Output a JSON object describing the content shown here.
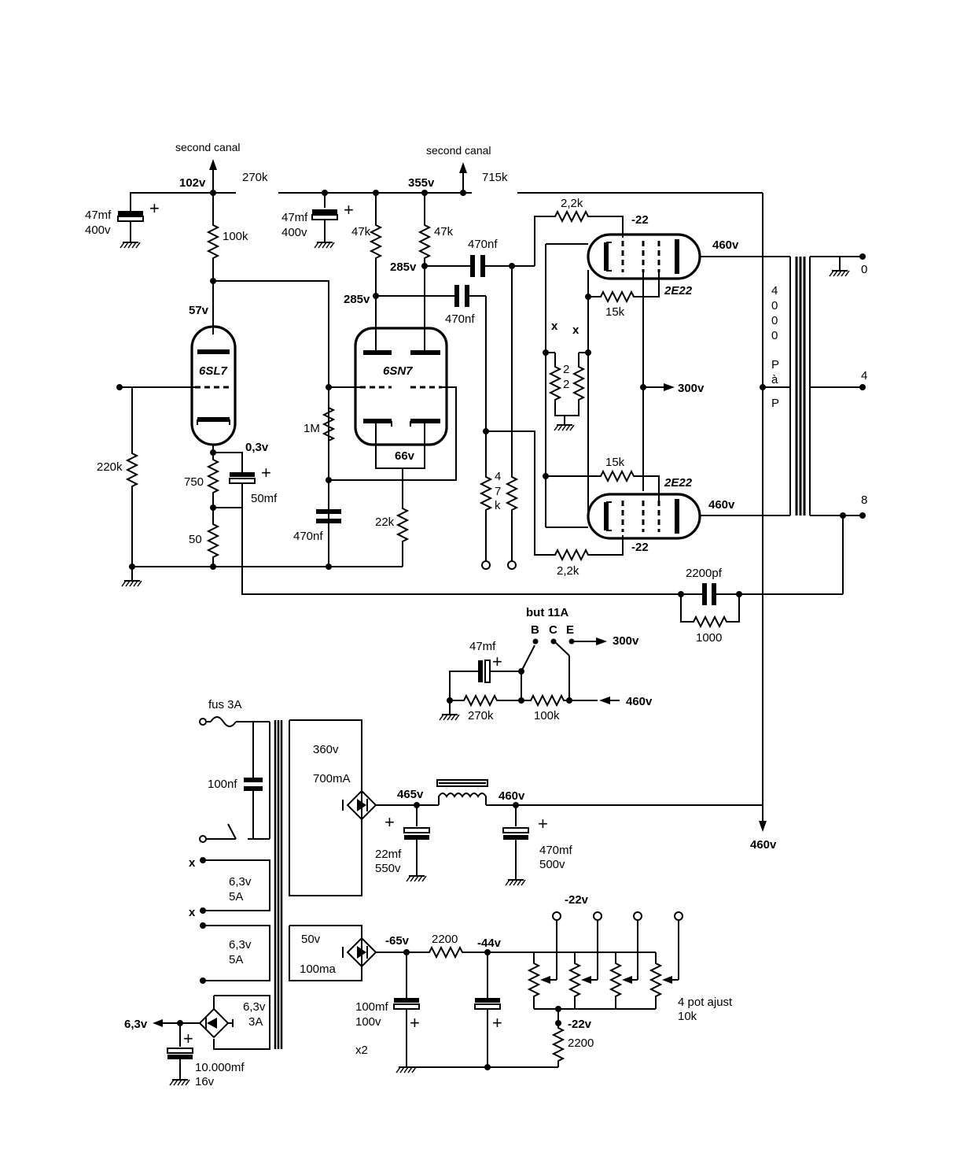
{
  "labels": {
    "second_canal_1": "second canal",
    "second_canal_2": "second canal",
    "v102": "102v",
    "r270k_top": "270k",
    "v355": "355v",
    "r715k": "715k",
    "c47mf_1": "47mf",
    "c400v_1": "400v",
    "c47mf_2": "47mf",
    "c400v_2": "400v",
    "r100k": "100k",
    "r47k_1": "47k",
    "r47k_2": "47k",
    "r2_2k_top": "2,2k",
    "neg22_top": "-22",
    "c470nf_1": "470nf",
    "v285_1": "285v",
    "v285_2": "285v",
    "c470nf_2": "470nf",
    "v460_top": "460v",
    "out0": "0",
    "tube_2e22_top": "2E22",
    "r15k_top": "15k",
    "v57": "57v",
    "tube_6sl7": "6SL7",
    "tube_6sn7": "6SN7",
    "x1": "x",
    "x2": "x",
    "n22a": "2",
    "n22b": "2",
    "ratio_4": "4",
    "ratio_0a": "0",
    "ratio_0b": "0",
    "ratio_0c": "0",
    "ratio_P1": "P",
    "ratio_a": "à",
    "ratio_P2": "P",
    "v300": "300v",
    "out4": "4",
    "r220k": "220k",
    "r1M": "1M",
    "v0_3": "0,3v",
    "c50mf": "50mf",
    "v66": "66v",
    "r750": "750",
    "r15k_bot": "15k",
    "tube_2e22_bot": "2E22",
    "out8": "8",
    "r47k_v1": "4",
    "r47k_v2": "7",
    "r47k_v3": "k",
    "v460_mid": "460v",
    "c470nf_3": "470nf",
    "r22k": "22k",
    "r50": "50",
    "neg22_bot": "-22",
    "r2_2k_bot": "2,2k",
    "c2200pf": "2200pf",
    "r1000": "1000",
    "but11a": "but 11A",
    "sw_B": "B",
    "sw_C": "C",
    "sw_E": "E",
    "v300_b": "300v",
    "c47mf_3": "47mf",
    "v460_in": "460v",
    "r270k_b": "270k",
    "r100k_b": "100k",
    "fus": "fus 3A",
    "c100nf": "100nf",
    "v360": "360v",
    "ma700": "700mA",
    "v465": "465v",
    "v460_ps": "460v",
    "c22mf": "22mf",
    "c550v": "550v",
    "c470mf": "470mf",
    "c500v": "500v",
    "v460_bot": "460v",
    "xa": "x",
    "xb": "x",
    "h63_1": "6,3v",
    "h5a_1": "5A",
    "h63_2": "6,3v",
    "h5a_2": "5A",
    "v50": "50v",
    "ma100": "100ma",
    "neg65": "-65v",
    "r2200_a": "2200",
    "neg44": "-44v",
    "neg22_pots": "-22v",
    "c100mf": "100mf",
    "c100v": "100v",
    "neg22_div": "-22v",
    "r2200_b": "2200",
    "pots_1": "4 pot ajust",
    "pots_2": "10k",
    "x2_mult": "x2",
    "h63_3": "6,3v",
    "h3a": "3A",
    "out63": "6,3v",
    "c10000": "10.000mf",
    "c16v": "16v",
    "plus": "+"
  }
}
